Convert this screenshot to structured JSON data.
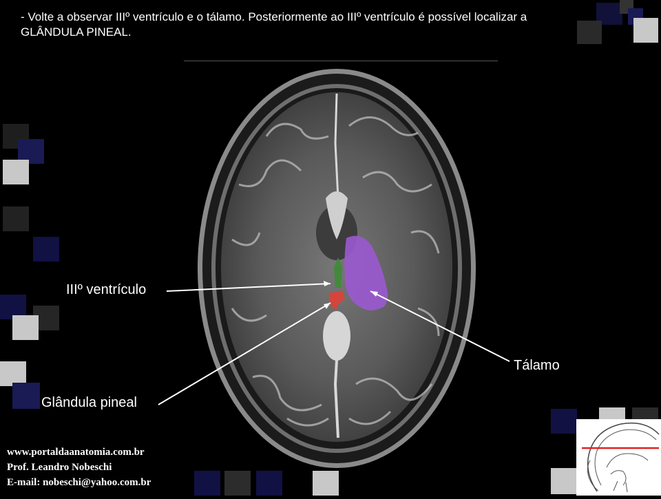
{
  "slide": {
    "instruction": "- Volte a observar IIIº ventrículo e o tálamo. Posteriormente ao IIIº ventrículo é possível localizar a GLÂNDULA PINEAL.",
    "labels": {
      "third_ventricle": "IIIº ventrículo",
      "thalamus": "Tálamo",
      "pineal_gland": "Glândula pineal"
    },
    "credits": {
      "website": "www.portaldaanatomia.com.br",
      "author": "Prof. Leandro Nobeschi",
      "email": "E-mail: nobeschi@yahoo.com.br"
    },
    "colors": {
      "background": "#000000",
      "thalamus_highlight": "#9b59d0",
      "third_ventricle_highlight": "#3f8a3a",
      "pineal_highlight": "#d9423a",
      "section_line": "#e02020"
    },
    "icons": {
      "mri": "brain-axial-mri-image",
      "thumbnail": "sagittal-head-diagram-icon"
    }
  }
}
